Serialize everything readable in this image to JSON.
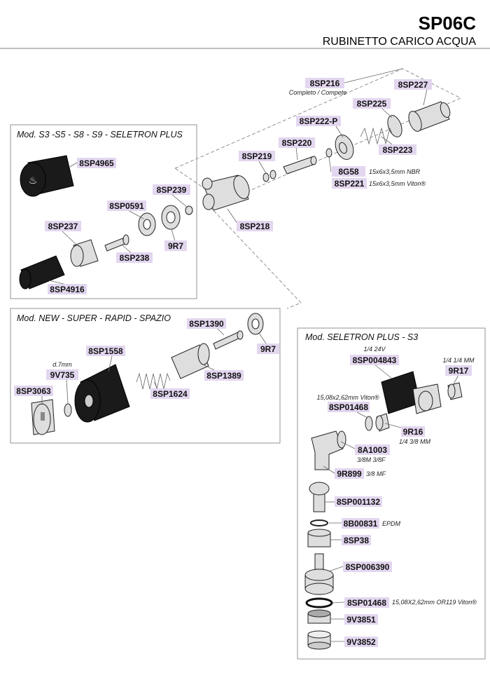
{
  "header": {
    "code": "SP06C",
    "title": "RUBINETTO CARICO ACQUA"
  },
  "sections": {
    "s1": "Mod. S3 -S5 - S8 - S9 - SELETRON PLUS",
    "s2": "Mod. NEW - SUPER - RAPID - SPAZIO",
    "s3": "Mod. SELETRON PLUS - S3"
  },
  "parts": {
    "p8SP216": "8SP216",
    "p8SP227": "8SP227",
    "p8SP225": "8SP225",
    "p8SP222P": "8SP222-P",
    "p8SP220": "8SP220",
    "p8SP219": "8SP219",
    "p8SP223": "8SP223",
    "p8G58": "8G58",
    "p8SP221": "8SP221",
    "p8SP4965": "8SP4965",
    "p8SP239": "8SP239",
    "p8SP0591": "8SP0591",
    "p8SP218": "8SP218",
    "p8SP237": "8SP237",
    "p9R7a": "9R7",
    "p8SP238": "8SP238",
    "p8SP4916": "8SP4916",
    "p8SP1390": "8SP1390",
    "p9R7b": "9R7",
    "p8SP1558": "8SP1558",
    "p8SP1389": "8SP1389",
    "p9V735": "9V735",
    "p8SP3063": "8SP3063",
    "p8SP1624": "8SP1624",
    "p8SP004843": "8SP004843",
    "p9R17": "9R17",
    "p8SP01468a": "8SP01468",
    "p9R16": "9R16",
    "p8A1003": "8A1003",
    "p9R899": "9R899",
    "p8SP001132": "8SP001132",
    "p8B00831": "8B00831",
    "p8SP38": "8SP38",
    "p8SP006390": "8SP006390",
    "p8SP01468b": "8SP01468",
    "p9V3851": "9V3851",
    "p9V3852": "9V3852"
  },
  "notes": {
    "n8SP216": "Completo  / Compete",
    "n8G58": "15x6x3,5mm NBR",
    "n8SP221": "15x6x3,5mm Viton®",
    "n9V735": "d.7mm",
    "n8SP004843": "1/4 24V",
    "n9R17": "1/4 1/4 MM",
    "n8SP01468a": "15,08x2,62mm Viton®",
    "n9R16": "1/4 3/8 MM",
    "n8A1003": "3/8M 3/8F",
    "n9R899": "3/8 MF",
    "n8B00831": "EPDM",
    "n8SP01468b": "15,08X2,62mm OR119 Viton®"
  },
  "colors": {
    "label_bg": "#e3d6ef",
    "frame": "#888888",
    "ink": "#111111"
  }
}
